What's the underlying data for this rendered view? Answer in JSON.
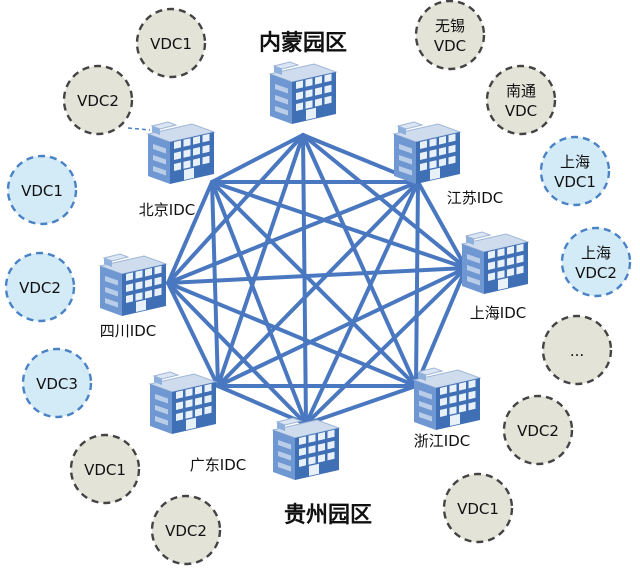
{
  "titles": {
    "top": "内蒙园区",
    "bottom": "贵州园区"
  },
  "nodes": [
    {
      "id": "neimeng",
      "label": ""
    },
    {
      "id": "jiangsu",
      "label": "江苏IDC"
    },
    {
      "id": "shanghai",
      "label": "上海IDC"
    },
    {
      "id": "zhejiang",
      "label": "浙江IDC"
    },
    {
      "id": "guizhou",
      "label": ""
    },
    {
      "id": "guangdong",
      "label": "广东IDC"
    },
    {
      "id": "sichuan",
      "label": "四川IDC"
    },
    {
      "id": "beijing",
      "label": "北京IDC"
    }
  ],
  "vdcs": [
    {
      "lines": [
        "VDC1"
      ],
      "style": "gray"
    },
    {
      "lines": [
        "VDC2"
      ],
      "style": "gray"
    },
    {
      "lines": [
        "VDC1"
      ],
      "style": "blue"
    },
    {
      "lines": [
        "VDC2"
      ],
      "style": "blue"
    },
    {
      "lines": [
        "VDC3"
      ],
      "style": "blue"
    },
    {
      "lines": [
        "VDC1"
      ],
      "style": "gray"
    },
    {
      "lines": [
        "VDC2"
      ],
      "style": "gray"
    },
    {
      "lines": [
        "无锡",
        "VDC"
      ],
      "style": "gray"
    },
    {
      "lines": [
        "南通",
        "VDC"
      ],
      "style": "gray"
    },
    {
      "lines": [
        "上海",
        "VDC1"
      ],
      "style": "blue"
    },
    {
      "lines": [
        "上海",
        "VDC2"
      ],
      "style": "blue"
    },
    {
      "lines": [
        "..."
      ],
      "style": "gray"
    },
    {
      "lines": [
        "VDC2"
      ],
      "style": "gray"
    },
    {
      "lines": [
        "VDC1"
      ],
      "style": "gray"
    }
  ],
  "colors": {
    "link": "#4a78c0",
    "building_front": "#3f6fb5",
    "building_side": "#6f98d2",
    "building_top": "#cfdcee",
    "window": "#e8f0fa",
    "vdc_gray_fill": "#e4e3d8",
    "vdc_blue_fill": "#d3eaf7",
    "vdc_border": "#444444",
    "vdc_blue_border": "#4a82c6",
    "text": "#111111"
  },
  "icons": {
    "building": "building-icon"
  }
}
